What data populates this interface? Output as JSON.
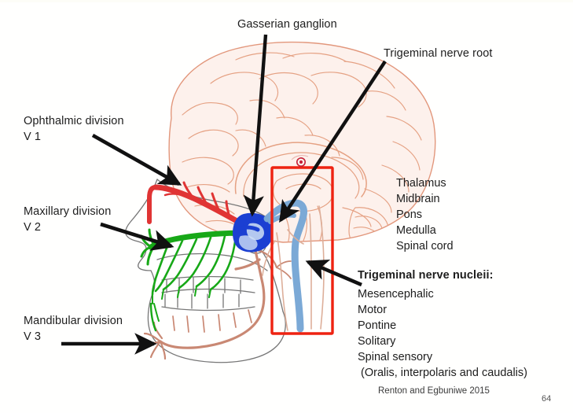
{
  "slide": {
    "page_number": "64",
    "credit": "Renton and Egbuniwe 2015"
  },
  "labels": {
    "gasserian_ganglion": "Gasserian ganglion",
    "trigeminal_nerve_root": "Trigeminal nerve root",
    "ophthalmic_line1": "Ophthalmic division",
    "ophthalmic_line2": "V 1",
    "maxillary_line1": "Maxillary division",
    "maxillary_line2": "V 2",
    "mandibular_line1": "Mandibular division",
    "mandibular_line2": "V 3",
    "nuclei_heading": "Trigeminal nerve nucleii:"
  },
  "brainstem_list": {
    "items": [
      "Thalamus",
      "Midbrain",
      "Pons",
      "Medulla",
      "Spinal cord"
    ]
  },
  "nuclei_list": {
    "items": [
      "Mesencephalic",
      "Motor",
      "Pontine",
      "Solitary",
      "Spinal sensory",
      " (Oralis, interpolaris and caudalis)"
    ]
  },
  "colors": {
    "ophthalmic_v1": "#e03434",
    "maxillary_v2": "#17a817",
    "mandibular_v3": "#c98873",
    "ganglion": "#1b3fd2",
    "nerve_tract": "#7ba9d6",
    "highlight_box": "#ee2211",
    "brain_lines": "#e2977c",
    "brain_fill": "#fdf0ea",
    "skull_outline": "#6f6f6f",
    "marker_dot": "#c62038",
    "arrow": "#111111",
    "text": "#1d1d1d"
  },
  "icons": {
    "pointer_arrow": "arrow-icon",
    "marker": "dot-marker-icon",
    "region_box": "highlight-rectangle-icon"
  }
}
